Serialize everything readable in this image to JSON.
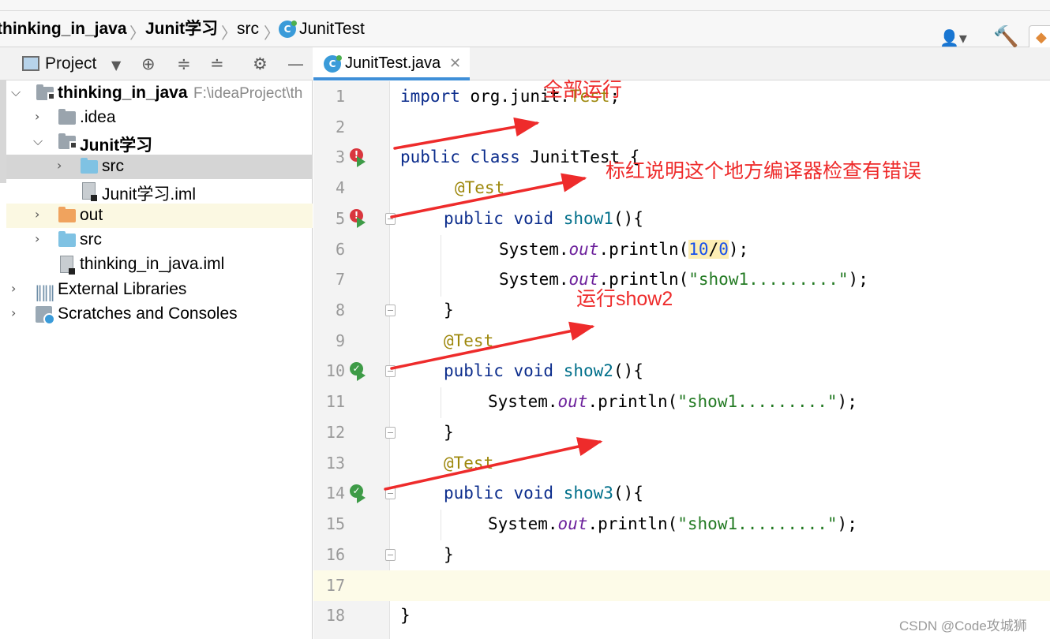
{
  "breadcrumb": {
    "project": "thinking_in_java",
    "module": "Junit学习",
    "folder": "src",
    "file": "JunitTest"
  },
  "project_panel": {
    "title": "Project",
    "tree": [
      {
        "label": "thinking_in_java",
        "path": "F:\\ideaProject\\th",
        "expanded": true,
        "icon": "module-folder-icon"
      },
      {
        "label": ".idea",
        "expanded": false,
        "icon": "folder-icon"
      },
      {
        "label": "Junit学习",
        "expanded": true,
        "icon": "module-folder-icon"
      },
      {
        "label": "src",
        "expanded": false,
        "selected": true,
        "icon": "source-folder-icon"
      },
      {
        "label": "Junit学习.iml",
        "icon": "iml-file-icon"
      },
      {
        "label": "out",
        "expanded": false,
        "icon": "excluded-folder-icon"
      },
      {
        "label": "src",
        "expanded": false,
        "icon": "source-folder-icon"
      },
      {
        "label": "thinking_in_java.iml",
        "icon": "iml-file-icon"
      },
      {
        "label": "External Libraries",
        "expanded": false,
        "icon": "library-icon"
      },
      {
        "label": "Scratches and Consoles",
        "expanded": false,
        "icon": "scratches-icon"
      }
    ]
  },
  "editor": {
    "tab_label": "JunitTest.java",
    "lines": [
      {
        "n": "1",
        "text": "import org.junit.Test;"
      },
      {
        "n": "2",
        "text": ""
      },
      {
        "n": "3",
        "text": "public class JunitTest {"
      },
      {
        "n": "4",
        "text": "@Test"
      },
      {
        "n": "5",
        "text": "public void show1(){"
      },
      {
        "n": "6",
        "text": "System.out.println(10/0);"
      },
      {
        "n": "7",
        "text": "System.out.println(\"show1.........\");"
      },
      {
        "n": "8",
        "text": "}"
      },
      {
        "n": "9",
        "text": "@Test"
      },
      {
        "n": "10",
        "text": "public void show2(){"
      },
      {
        "n": "11",
        "text": "System.out.println(\"show1.........\");"
      },
      {
        "n": "12",
        "text": "}"
      },
      {
        "n": "13",
        "text": "@Test"
      },
      {
        "n": "14",
        "text": "public void show3(){"
      },
      {
        "n": "15",
        "text": "System.out.println(\"show1.........\");"
      },
      {
        "n": "16",
        "text": "}"
      },
      {
        "n": "17",
        "text": ""
      },
      {
        "n": "18",
        "text": "}"
      }
    ],
    "tokens": {
      "import_kw": "import",
      "import_path": " org.junit.",
      "test_word": "Test",
      "semicolon": ";",
      "public_class": "public class",
      "class_name": " JunitTest {",
      "annotation": "@Test",
      "public_void": "public void",
      "show1": "show1",
      "show2": "show2",
      "show3": "show3",
      "paren_open": "(){",
      "system": "System.",
      "out": "out",
      "println_open": ".println(",
      "num10": "10",
      "slash": "/",
      "num0": "0",
      "close_stmt": ");",
      "show1_str": "\"show1.........\"",
      "close_brace": "}"
    }
  },
  "annotations": {
    "run_all": "全部运行",
    "error_note": "标红说明这个地方编译器检查有错误",
    "run_show2": "运行show2",
    "arrow_color": "#ee2b2b"
  },
  "watermark": "CSDN @Code攻城狮",
  "colors": {
    "keyword": "#0b2c8c",
    "annotation": "#9e880d",
    "method": "#006f8a",
    "field": "#6b1f9b",
    "string": "#237a23",
    "number": "#1750eb",
    "error_icon": "#d9363e",
    "ok_icon": "#3e9b47",
    "accent": "#3f8fd8"
  }
}
